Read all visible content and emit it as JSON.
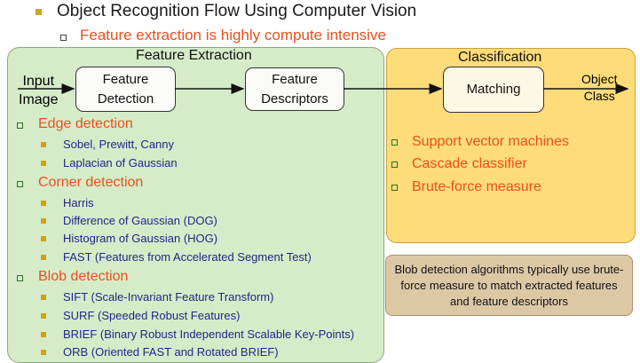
{
  "title": "Object Recognition Flow Using Computer Vision",
  "subtitle": "Feature extraction is highly compute intensive",
  "feature_panel": {
    "title": "Feature Extraction",
    "input_label_1": "Input",
    "input_label_2": "Image",
    "detect_box_1": "Feature",
    "detect_box_2": "Detection",
    "desc_box_1": "Feature",
    "desc_box_2": "Descriptors",
    "categories": [
      {
        "label": "Edge detection",
        "items": [
          "Sobel, Prewitt, Canny",
          "Laplacian of Gaussian"
        ]
      },
      {
        "label": "Corner detection",
        "items": [
          "Harris",
          "Difference of Gaussian (DOG)",
          "Histogram of Gaussian (HOG)",
          "FAST (Features from Accelerated Segment Test)"
        ]
      },
      {
        "label": "Blob detection",
        "items": [
          "SIFT (Scale-Invariant Feature Transform)",
          "SURF (Speeded Robust Features)",
          "BRIEF (Binary Robust Independent Scalable Key-Points)",
          "ORB (Oriented FAST and Rotated BRIEF)"
        ]
      }
    ]
  },
  "classification_panel": {
    "title": "Classification",
    "match_box": "Matching",
    "output_label_1": "Object",
    "output_label_2": "Class",
    "items": [
      "Support vector machines",
      "Cascade classifier",
      "Brute-force measure"
    ]
  },
  "note": "Blob detection algorithms typically use brute-force measure to match extracted features and feature descriptors",
  "colors": {
    "accent_orange": "#e8501e",
    "item_blue": "#22258a",
    "feature_panel_bg": "#d6ecc9",
    "classification_panel_bg": "#fedc7a",
    "note_bg": "#ddc8a6",
    "bullet_gold": "#c9a52b",
    "bullet_green": "#3a8a2f"
  }
}
